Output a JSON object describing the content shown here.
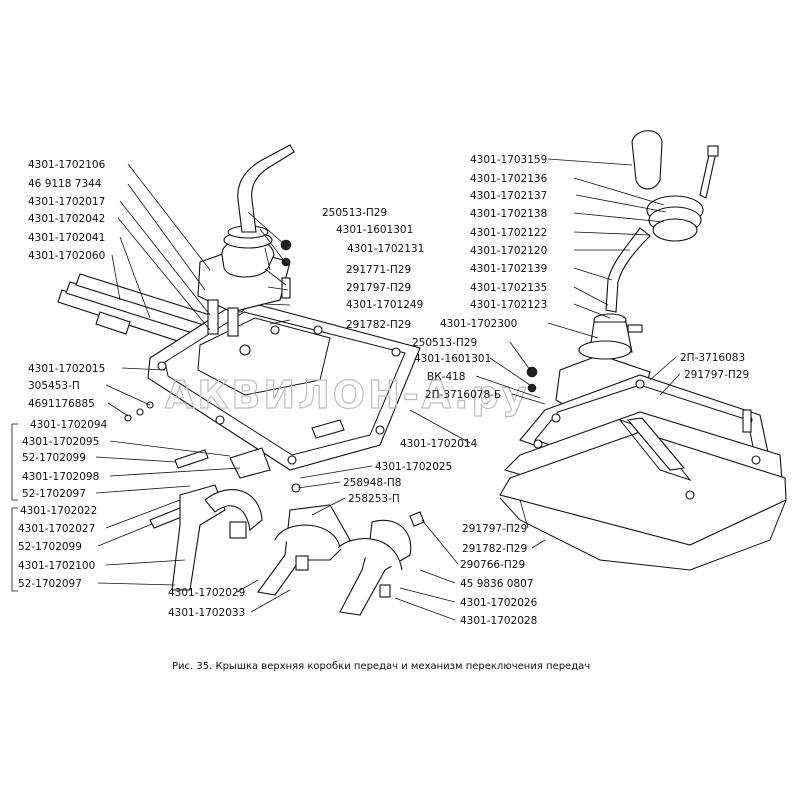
{
  "watermark": "АКВИЛОН-А.ру",
  "caption": "Рис. 35. Крышка верхняя коробки передач и механизм переключения передач",
  "labels": {
    "l01": "4301-1702106",
    "l02": "46 9118 7344",
    "l03": "4301-1702017",
    "l04": "4301-1702042",
    "l05": "4301-1702041",
    "l06": "4301-1702060",
    "l07": "4301-1702015",
    "l08": "305453-П",
    "l09": "4691176885",
    "l10": "4301-1702094",
    "l11": "4301-1702095",
    "l12": "52-1702099",
    "l13": "4301-1702098",
    "l14": "52-1702097",
    "l15": "4301-1702022",
    "l16": "4301-1702027",
    "l17": "52-1702099",
    "l18": "4301-1702100",
    "l19": "52-1702097",
    "l20": "250513-П29",
    "l21": "4301-1601301",
    "l22": "4301-1702131",
    "l23": "291771-П29",
    "l24": "291797-П29",
    "l25": "4301-1701249",
    "l26": "291782-П29",
    "l27": "4301-1703159",
    "l28": "4301-1702136",
    "l29": "4301-1702137",
    "l30": "4301-1702138",
    "l31": "4301-1702122",
    "l32": "4301-1702120",
    "l33": "4301-1702139",
    "l34": "4301-1702135",
    "l35": "4301-1702123",
    "l36": "4301-1702300",
    "l37": "250513-П29",
    "l38": "4301-1601301",
    "l39": "ВК-418",
    "l40": "2П-3716078-Б",
    "l41": "2П-3716083",
    "l42": "291797-П29",
    "l43": "4301-1702014",
    "l44": "4301-1702025",
    "l45": "258948-П8",
    "l46": "258253-П",
    "l47": "4301-1702029",
    "l48": "4301-1702033",
    "l49": "291797-П29",
    "l50": "291782-П29",
    "l51": "290766-П29",
    "l52": "45 9836 0807",
    "l53": "4301-1702026",
    "l54": "4301-1702028"
  }
}
